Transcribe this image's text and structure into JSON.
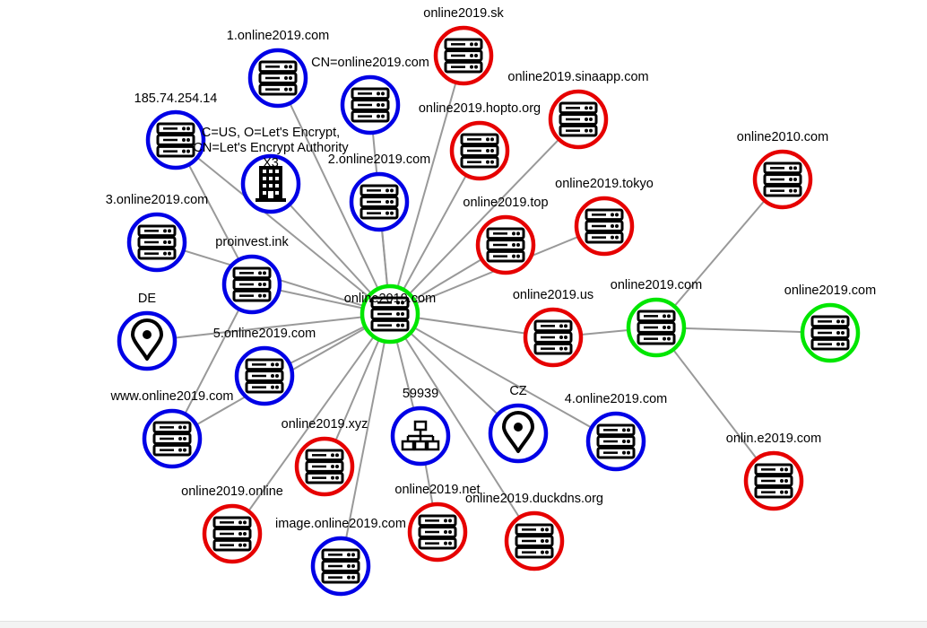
{
  "colors": {
    "blue": "#0000e6",
    "red": "#e60000",
    "green": "#00e600",
    "edge": "#999999"
  },
  "nodes": [
    {
      "id": "center",
      "label": "online2019.com",
      "icon": "server-icon",
      "color": "green"
    },
    {
      "id": "n1",
      "label": "1.online2019.com",
      "icon": "server-icon",
      "color": "blue"
    },
    {
      "id": "n2",
      "label": "CN=online2019.com",
      "icon": "server-icon",
      "color": "blue"
    },
    {
      "id": "n3",
      "label": "online2019.sk",
      "icon": "server-icon",
      "color": "red"
    },
    {
      "id": "n4",
      "label": "online2019.sinaapp.com",
      "icon": "server-icon",
      "color": "red"
    },
    {
      "id": "n5",
      "label": "185.74.254.14",
      "icon": "server-icon",
      "color": "blue"
    },
    {
      "id": "n6",
      "label": "C=US, O=Let's Encrypt, CN=Let's Encrypt Authority X3",
      "label_lines": [
        "C=US, O=Let's Encrypt,",
        "CN=Let's Encrypt Authority",
        "X3"
      ],
      "icon": "building-icon",
      "color": "blue"
    },
    {
      "id": "n7",
      "label": "online2019.hopto.org",
      "icon": "server-icon",
      "color": "red"
    },
    {
      "id": "n8",
      "label": "2.online2019.com",
      "icon": "server-icon",
      "color": "blue"
    },
    {
      "id": "n9",
      "label": "online2010.com",
      "icon": "server-icon",
      "color": "red"
    },
    {
      "id": "n10",
      "label": "3.online2019.com",
      "icon": "server-icon",
      "color": "blue"
    },
    {
      "id": "n11",
      "label": "online2019.tokyo",
      "icon": "server-icon",
      "color": "red"
    },
    {
      "id": "n12",
      "label": "online2019.top",
      "icon": "server-icon",
      "color": "red"
    },
    {
      "id": "n13",
      "label": "proinvest.ink",
      "icon": "server-icon",
      "color": "blue"
    },
    {
      "id": "n14",
      "label": "DE",
      "icon": "location-pin-icon",
      "color": "blue"
    },
    {
      "id": "n15",
      "label": "online2019.us",
      "icon": "server-icon",
      "color": "red"
    },
    {
      "id": "n16",
      "label": "online2019.com",
      "icon": "server-icon",
      "color": "green"
    },
    {
      "id": "n17",
      "label": "online2019.com",
      "icon": "server-icon",
      "color": "green"
    },
    {
      "id": "n18",
      "label": "5.online2019.com",
      "icon": "server-icon",
      "color": "blue"
    },
    {
      "id": "n19",
      "label": "www.online2019.com",
      "icon": "server-icon",
      "color": "blue"
    },
    {
      "id": "n20",
      "label": "59939",
      "icon": "network-icon",
      "color": "blue"
    },
    {
      "id": "n21",
      "label": "CZ",
      "icon": "location-pin-icon",
      "color": "blue"
    },
    {
      "id": "n22",
      "label": "4.online2019.com",
      "icon": "server-icon",
      "color": "blue"
    },
    {
      "id": "n23",
      "label": "online2019.xyz",
      "icon": "server-icon",
      "color": "red"
    },
    {
      "id": "n24",
      "label": "onlin.e2019.com",
      "icon": "server-icon",
      "color": "red"
    },
    {
      "id": "n25",
      "label": "online2019.online",
      "icon": "server-icon",
      "color": "red"
    },
    {
      "id": "n26",
      "label": "online2019.net",
      "icon": "server-icon",
      "color": "red"
    },
    {
      "id": "n27",
      "label": "online2019.duckdns.org",
      "icon": "server-icon",
      "color": "red"
    },
    {
      "id": "n28",
      "label": "image.online2019.com",
      "icon": "server-icon",
      "color": "blue"
    }
  ],
  "edges": [
    [
      "center",
      "n1"
    ],
    [
      "center",
      "n2"
    ],
    [
      "center",
      "n3"
    ],
    [
      "center",
      "n4"
    ],
    [
      "center",
      "n5"
    ],
    [
      "center",
      "n6"
    ],
    [
      "center",
      "n7"
    ],
    [
      "center",
      "n8"
    ],
    [
      "center",
      "n11"
    ],
    [
      "center",
      "n12"
    ],
    [
      "center",
      "n13"
    ],
    [
      "center",
      "n14"
    ],
    [
      "center",
      "n15"
    ],
    [
      "center",
      "n18"
    ],
    [
      "center",
      "n19"
    ],
    [
      "center",
      "n20"
    ],
    [
      "center",
      "n21"
    ],
    [
      "center",
      "n22"
    ],
    [
      "center",
      "n23"
    ],
    [
      "center",
      "n25"
    ],
    [
      "center",
      "n27"
    ],
    [
      "center",
      "n28"
    ],
    [
      "center",
      "n10"
    ],
    [
      "n5",
      "n13"
    ],
    [
      "n13",
      "n19"
    ],
    [
      "n20",
      "n26"
    ],
    [
      "n16",
      "n9"
    ],
    [
      "n16",
      "n17"
    ],
    [
      "n16",
      "n24"
    ],
    [
      "n15",
      "n16"
    ]
  ]
}
